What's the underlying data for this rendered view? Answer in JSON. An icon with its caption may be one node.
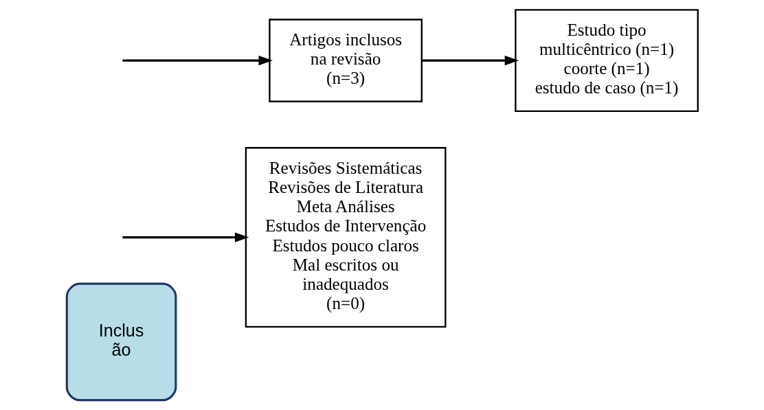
{
  "diagram": {
    "nodes": [
      {
        "text": [
          "Inclus ão"
        ]
      },
      {
        "text": [
          "Revisões Sistemáticas Revisões de Literatura Meta Análises Estudos de Intervenção Estudos pouco claros Mal escritos ou inadequados (n=0)"
        ]
      },
      {
        "text": [
          "Artigos inclusos na revisão (n=3)"
        ]
      },
      {
        "text": [
          "Estudo tipo multicêntrico (n=1) coorte (n=1) estudo de caso (n=1)"
        ]
      }
    ],
    "edges": [
      {
        "from": null,
        "to": 1,
        "arrow": "to"
      },
      {
        "from": null,
        "to": 2,
        "arrow": "to"
      },
      {
        "from": 2,
        "to": 3,
        "arrow": "to"
      }
    ]
  }
}
